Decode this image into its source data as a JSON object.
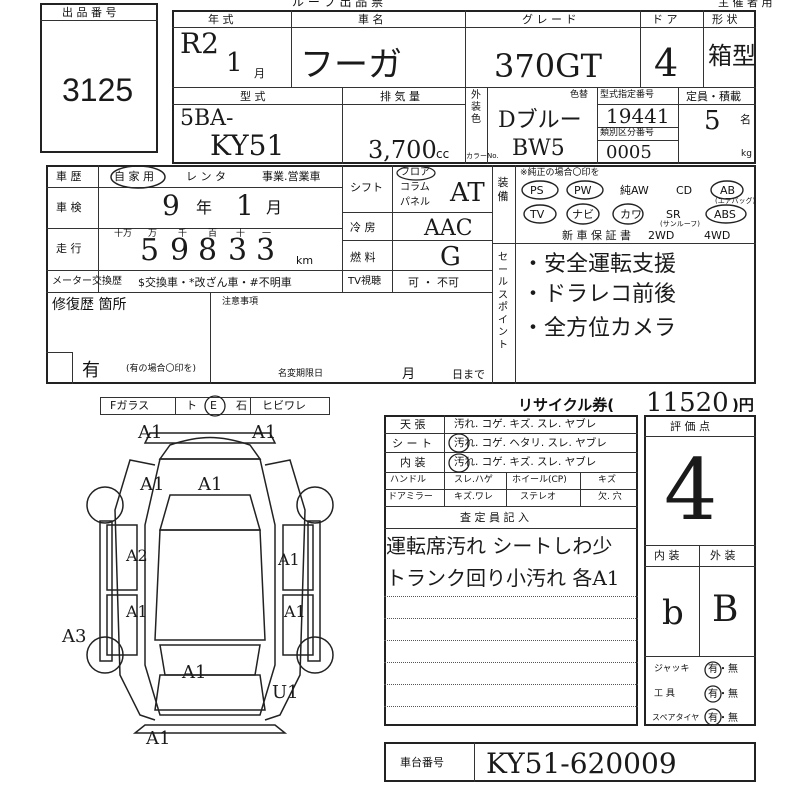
{
  "header": {
    "organizer": "主 催 者 用",
    "title_visible": "ル ー プ 出 品 票"
  },
  "lot": {
    "label": "出 品 番 号",
    "number": "3125"
  },
  "vehicle": {
    "year_label": "年 式",
    "year_era": "R2",
    "year_value": "1",
    "month_unit": "月",
    "make_label": "車 名",
    "make": "フーガ",
    "grade_label": "グ レ ー ド",
    "grade": "370GT",
    "doors_label": "ド ア",
    "doors": "4",
    "shape_label": "形 状",
    "shape": "箱型",
    "model_label": "型 式",
    "model_prefix": "5BA-",
    "model": "KY51",
    "displacement_label": "排 気 量",
    "displacement": "3,700",
    "cc_unit": "cc",
    "ext_color_label": "外装色",
    "ext_color_no_label": "カラーNo.",
    "color_sub_label": "色替",
    "color": "Dブルー",
    "color_code": "BW5",
    "type_number_label": "型式指定番号",
    "type_number": "19441",
    "class_number_label": "類別区分番号",
    "class_number": "0005",
    "capacity_label": "定員・積載",
    "capacity": "5",
    "person_unit": "名",
    "kg_unit": "kg"
  },
  "history": {
    "label": "車 歴",
    "options": [
      "自 家 用",
      "レ ン タ",
      "事業.営業車"
    ],
    "selected": "自 家"
  },
  "inspection": {
    "label": "車 検",
    "year": "9",
    "year_unit": "年",
    "month": "1",
    "month_unit": "月"
  },
  "mileage": {
    "label": "走 行",
    "digit_labels": [
      "十万",
      "万",
      "千",
      "百",
      "十",
      "一"
    ],
    "digits": [
      "5",
      "9",
      "8",
      "3",
      "3"
    ],
    "unit": "km"
  },
  "meter": {
    "label": "メーター交換歴",
    "options": "$交換車・*改ざん車・#不明車"
  },
  "shift": {
    "label": "シフト",
    "options": [
      "フロア",
      "コラム",
      "パネル"
    ],
    "value": "AT"
  },
  "ac": {
    "label": "冷 房",
    "value": "AAC"
  },
  "fuel": {
    "label": "燃 料",
    "value": "G"
  },
  "tv": {
    "label": "TV視聴",
    "options": "可 ・ 不可"
  },
  "equipment": {
    "label": "装備",
    "note": "※純正の場合〇印を",
    "row1": [
      "PS",
      "PW",
      "純AW",
      "CD",
      "AB"
    ],
    "ab_note": "(エアバッグ)",
    "row2": [
      "TV",
      "ナビ",
      "カワ",
      "SR",
      "ABS"
    ],
    "sr_note": "(サンルーフ)",
    "row3": [
      "新 車 保 証 書",
      "2WD",
      "4WD"
    ]
  },
  "sale_points": {
    "label": "セールスポイント",
    "lines": [
      "・安全運転支援",
      "・ドラレコ前後",
      "・全方位カメラ"
    ]
  },
  "repair": {
    "label": "修復歴 箇所",
    "value": "有",
    "note": "(有の場合〇印を)",
    "notes_label": "注意事項",
    "rename_label": "名変期限日",
    "month_unit": "月",
    "until": "日まで"
  },
  "glass": {
    "label": "Fガラス",
    "options": [
      "ト",
      "E",
      "石",
      "ヒビワレ"
    ]
  },
  "recycle": {
    "label": "リサイクル券(",
    "amount": "11520",
    "suffix": ")円"
  },
  "condition": {
    "rows": [
      {
        "label": "天 張",
        "options": "汚れ. コゲ. キズ. スレ. ヤブレ"
      },
      {
        "label": "シ ー ト",
        "options": "汚れ. コゲ. ヘタリ. スレ. ヤブレ"
      },
      {
        "label": "内 装",
        "options": "汚れ. コゲ. キズ. スレ. ヤブレ"
      }
    ],
    "handle": {
      "label": "ハンドル",
      "opt1": "スレ.ハゲ",
      "opt2": "ホイール(CP)",
      "opt3": "キズ"
    },
    "mirror": {
      "label": "ドアミラー",
      "opt1": "キズ.ワレ",
      "opt2": "ステレオ",
      "opt3": "欠. 穴"
    }
  },
  "inspector": {
    "label": "査 定 員 記 入",
    "lines": [
      "運転席汚れ シートしわ少",
      "トランク回り小汚れ 各A1"
    ]
  },
  "score": {
    "label": "評 価 点",
    "value": "4",
    "interior_label": "内 装",
    "exterior_label": "外 装",
    "interior": "b",
    "exterior": "B"
  },
  "tools": {
    "jack_label": "ジャッキ",
    "tool_label": "工 具",
    "spare_label": "スペアタイヤ",
    "options": "有・無"
  },
  "chassis": {
    "label": "車台番号",
    "value": "KY51-620009"
  },
  "diagram_marks": [
    "A1",
    "A1",
    "A1",
    "A1",
    "A2",
    "A1",
    "A1",
    "A3",
    "A1",
    "A1",
    "U1",
    "A1"
  ]
}
